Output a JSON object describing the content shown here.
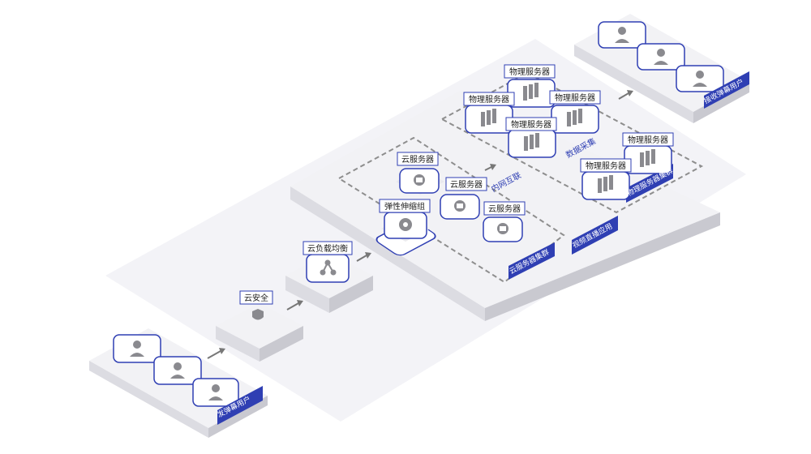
{
  "colors": {
    "accent": "#2f3fb3",
    "platform_top": "#f2f2f5",
    "platform_left": "#dcdce2",
    "platform_right": "#c9c9d0",
    "floor": "#f3f3f7",
    "icon_gray": "#8a8a8f",
    "dash": "#8e8e8e"
  },
  "labels": {
    "broadcast_users": "发弹幕用户",
    "receive_users": "接收弹幕用户",
    "cloud_security": "云安全",
    "cloud_lb": "云负载均衡",
    "autoscaling": "弹性伸缩组",
    "cloud_server": "云服务器",
    "physical_server": "物理服务器",
    "intranet": "内网互联",
    "data_collect": "数据采集",
    "cloud_cluster": "云服务器集群",
    "physical_cluster": "物理服务器集群",
    "live_app": "视频直播应用"
  },
  "icons": {
    "user": "user-icon",
    "shield": "shield-icon",
    "share": "share-icon",
    "server": "server-icon",
    "gear": "gear-icon"
  }
}
